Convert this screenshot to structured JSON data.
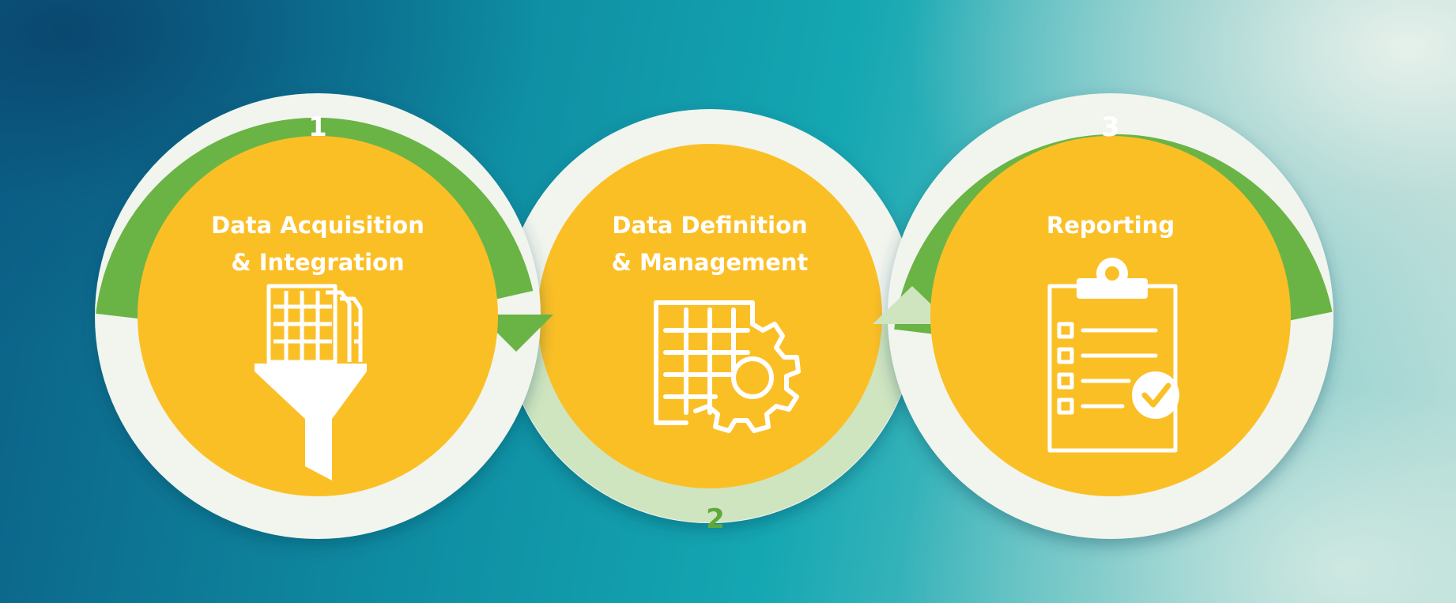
{
  "steps": [
    {
      "number": "1",
      "title_line1": "Data Acquisition",
      "title_line2": "& Integration",
      "icon": "funnel-spreadsheet-icon"
    },
    {
      "number": "2",
      "title_line1": "Data Definition",
      "title_line2": "& Management",
      "icon": "spreadsheet-gear-icon"
    },
    {
      "number": "3",
      "title_line1": "Reporting",
      "title_line2": "",
      "icon": "clipboard-checklist-icon"
    }
  ],
  "colors": {
    "inner_fill": "#fbbf26",
    "arc_green": "#6ab446",
    "arc_pale_green": "#cfe5c0",
    "ring_white": "#f1f5ee",
    "number_dark_green": "#5fa83c",
    "icon_white": "#ffffff"
  }
}
